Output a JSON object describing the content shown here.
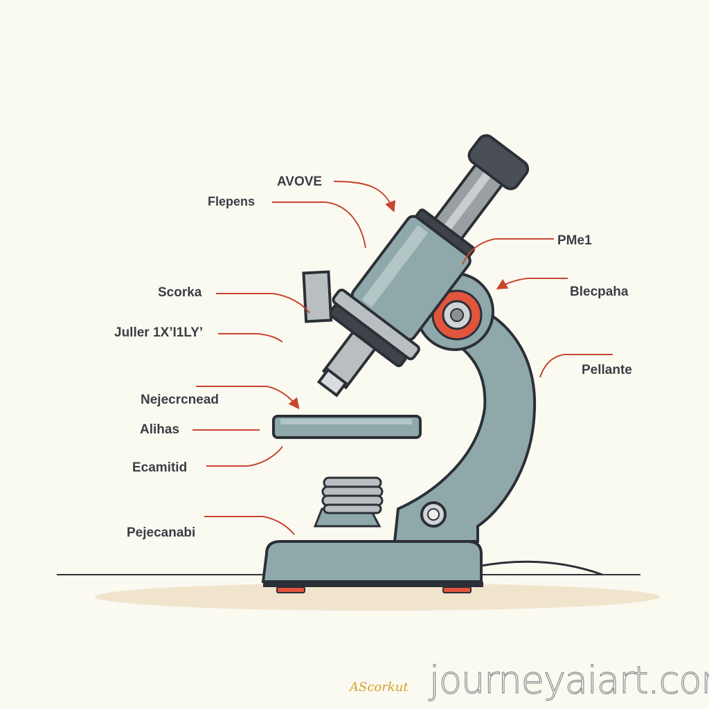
{
  "labels": {
    "avove": "AVOVE",
    "flepens": "Flepens",
    "pme1": "PMe1",
    "blecpaha": "Blecpaha",
    "scorka": "Scorka",
    "juller": "Juller 1X’I1LY’",
    "nejecrcnead": "Nejecrcnead",
    "alihas": "Alihas",
    "ecamitid": "Ecamitid",
    "pejecanabi": "Pejecanabi",
    "pellante": "Pellante"
  },
  "watermark": "journeyaiart.com",
  "signature": "AScorkut",
  "colors": {
    "background": "#fbfaf1",
    "leader": "#c8452f",
    "body": "#8fa9aa",
    "outline": "#2b2f36",
    "knob_red": "#e0553c"
  }
}
